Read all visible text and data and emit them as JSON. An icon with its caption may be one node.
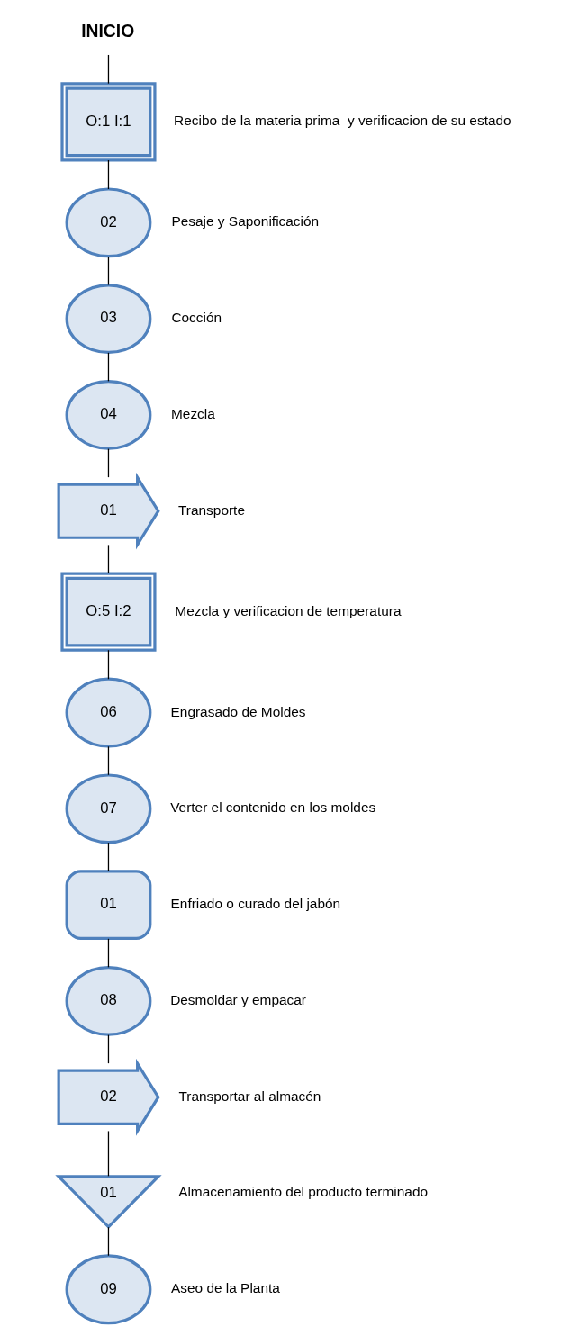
{
  "diagram": {
    "nodes": [
      {
        "text": [
          "INICIO"
        ]
      },
      {
        "text": [
          "O:1 I:1"
        ],
        "beside": [
          "Recibo de la materia prima  y verificacion de su estado"
        ]
      },
      {
        "text": [
          "02"
        ],
        "beside": [
          "Pesaje y Saponificación"
        ]
      },
      {
        "text": [
          "03"
        ],
        "beside": [
          "Cocción"
        ]
      },
      {
        "text": [
          "04"
        ],
        "beside": [
          "Mezcla"
        ]
      },
      {
        "text": [
          "01"
        ],
        "beside": [
          "Transporte"
        ]
      },
      {
        "text": [
          "O:5 I:2"
        ],
        "beside": [
          "Mezcla y verificacion de temperatura"
        ]
      },
      {
        "text": [
          "06"
        ],
        "beside": [
          "Engrasado de Moldes"
        ]
      },
      {
        "text": [
          "07"
        ],
        "beside": [
          "Verter el contenido en los moldes"
        ]
      },
      {
        "text": [
          "01"
        ],
        "beside": [
          "Enfriado o curado del jabón"
        ]
      },
      {
        "text": [
          "08"
        ],
        "beside": [
          "Desmoldar y empacar"
        ]
      },
      {
        "text": [
          "02"
        ],
        "beside": [
          "Transportar al almacén"
        ]
      },
      {
        "text": [
          "01"
        ],
        "beside": [
          "Almacenamiento del producto terminado"
        ]
      },
      {
        "text": [
          "09"
        ],
        "beside": [
          "Aseo de la Planta"
        ]
      }
    ],
    "edges": [
      {
        "from": 0,
        "to": 1,
        "arrow": "none"
      },
      {
        "from": 1,
        "to": 2,
        "arrow": "none"
      },
      {
        "from": 2,
        "to": 3,
        "arrow": "none"
      },
      {
        "from": 3,
        "to": 4,
        "arrow": "none"
      },
      {
        "from": 4,
        "to": 5,
        "arrow": "none"
      },
      {
        "from": 5,
        "to": 6,
        "arrow": "none"
      },
      {
        "from": 6,
        "to": 7,
        "arrow": "none"
      },
      {
        "from": 7,
        "to": 8,
        "arrow": "none"
      },
      {
        "from": 8,
        "to": 9,
        "arrow": "none"
      },
      {
        "from": 9,
        "to": 10,
        "arrow": "none"
      },
      {
        "from": 10,
        "to": 11,
        "arrow": "none"
      },
      {
        "from": 11,
        "to": 12,
        "arrow": "none"
      },
      {
        "from": 12,
        "to": 13,
        "arrow": "none"
      }
    ]
  }
}
